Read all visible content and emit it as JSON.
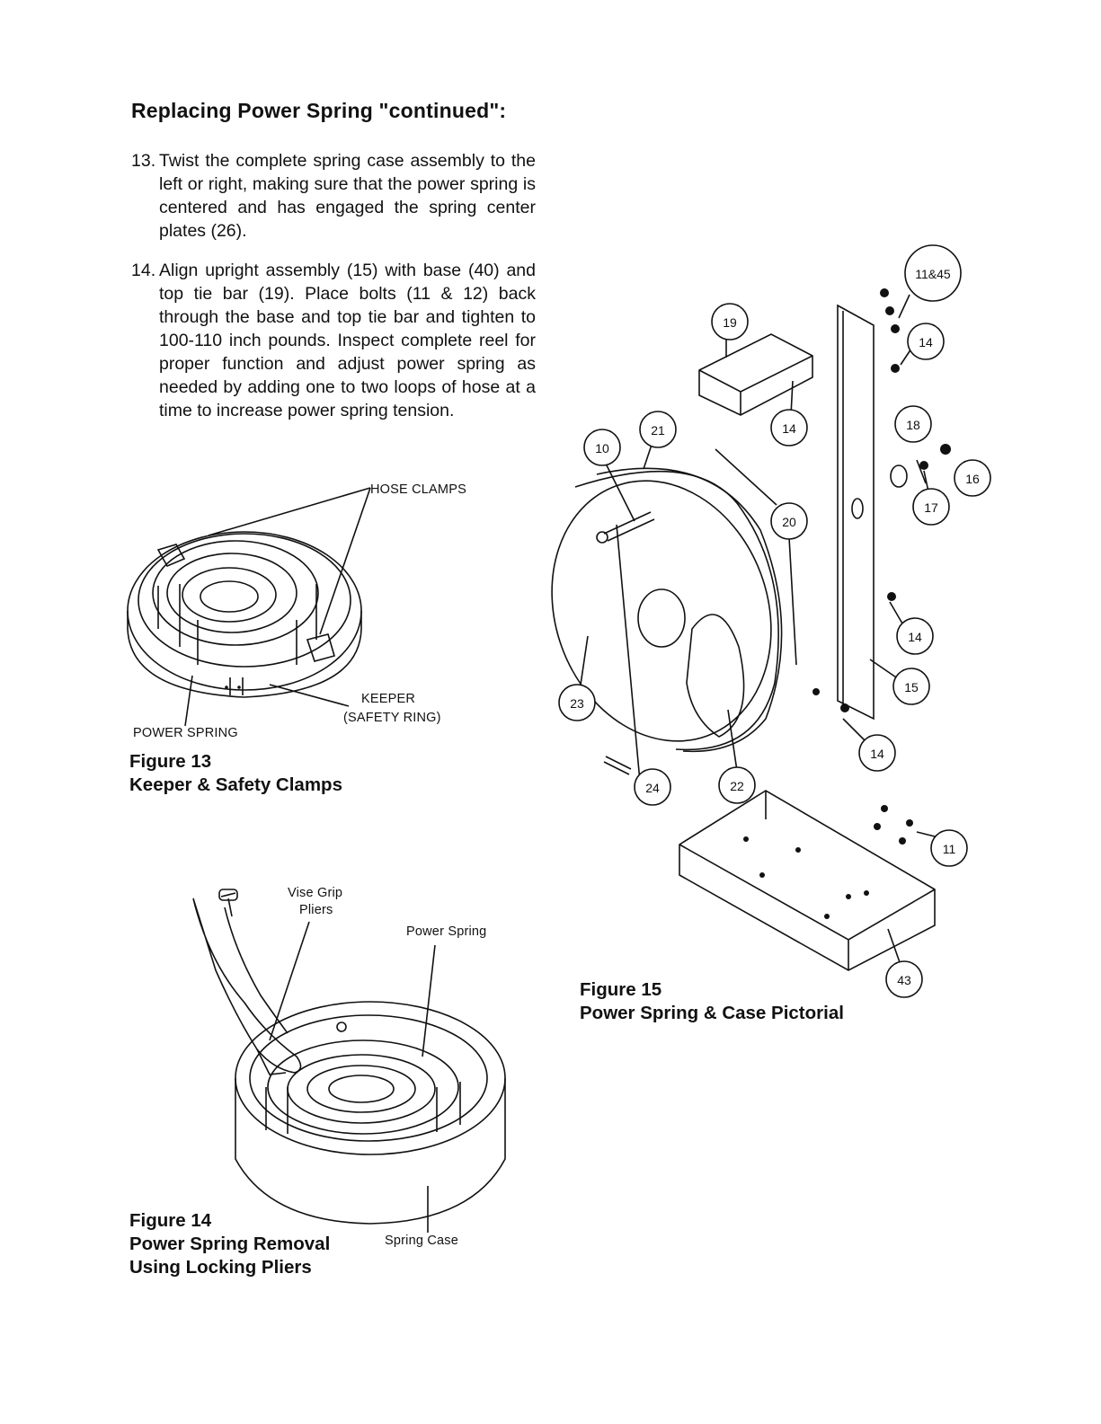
{
  "page": {
    "heading": "Replacing Power Spring \"continued\":",
    "steps": [
      {
        "number": "13.",
        "text": "Twist the complete spring case assembly to the left or right, making sure that the power spring is centered and has engaged the spring center plates (26)."
      },
      {
        "number": "14.",
        "text": "Align upright assembly (15) with base (40) and top tie bar (19). Place bolts (11 & 12) back through the base and top tie bar and tighten to 100-110 inch pounds.  Inspect complete reel for proper function and adjust power spring as needed by adding one to two loops of hose at a time to increase power spring tension."
      }
    ]
  },
  "figure13": {
    "labels": {
      "hose_clamps": "HOSE CLAMPS",
      "keeper": "KEEPER",
      "safety_ring": "(SAFETY RING)",
      "power_spring": "POWER SPRING"
    },
    "caption_number": "Figure 13",
    "caption_title": "Keeper & Safety Clamps"
  },
  "figure14": {
    "labels": {
      "vise_grip_1": "Vise Grip",
      "vise_grip_2": "Pliers",
      "power_spring": "Power Spring",
      "spring_case": "Spring Case"
    },
    "caption_number": "Figure 14",
    "caption_line1": "Power Spring Removal",
    "caption_line2": "Using Locking  Pliers"
  },
  "figure15": {
    "caption_number": "Figure 15",
    "caption_title": "Power Spring & Case Pictorial",
    "callouts": [
      "11&45",
      "14",
      "19",
      "14",
      "18",
      "16",
      "17",
      "10",
      "21",
      "20",
      "14",
      "15",
      "23",
      "14",
      "24",
      "22",
      "11",
      "43"
    ]
  }
}
